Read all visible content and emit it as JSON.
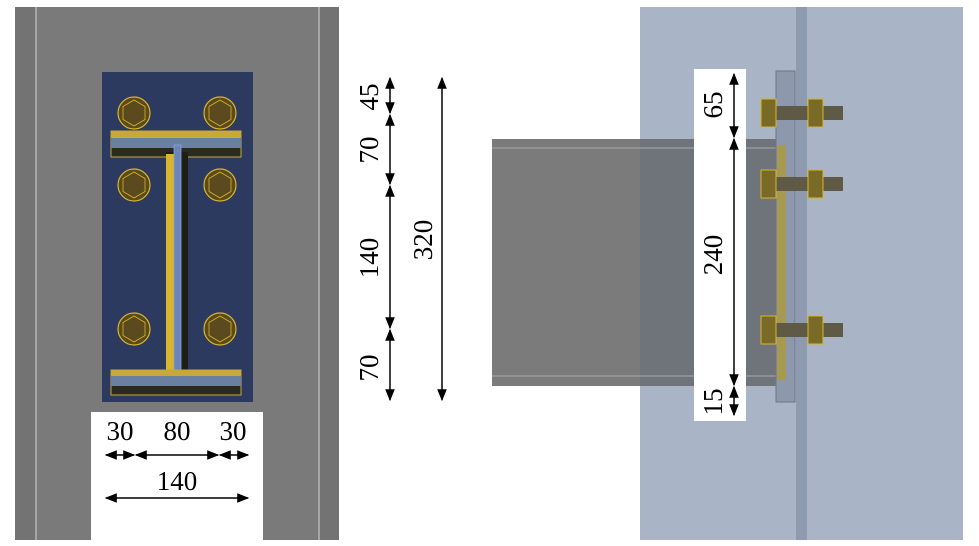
{
  "front_view": {
    "vertical_dims": [
      "45",
      "70",
      "140",
      "70"
    ],
    "overall_height": "320",
    "horizontal_dims": [
      "30",
      "80",
      "30"
    ],
    "overall_width": "140"
  },
  "side_view": {
    "vertical_dims": [
      "65",
      "240",
      "15"
    ]
  },
  "colors": {
    "column_front": "#7a7a7a",
    "end_plate": "#2b3a5e",
    "bolt": "#5a4a1e",
    "flange_yellow": "#c9a83a",
    "column_side": "#a9b5c6",
    "beam_side": "#7b7b7b"
  }
}
